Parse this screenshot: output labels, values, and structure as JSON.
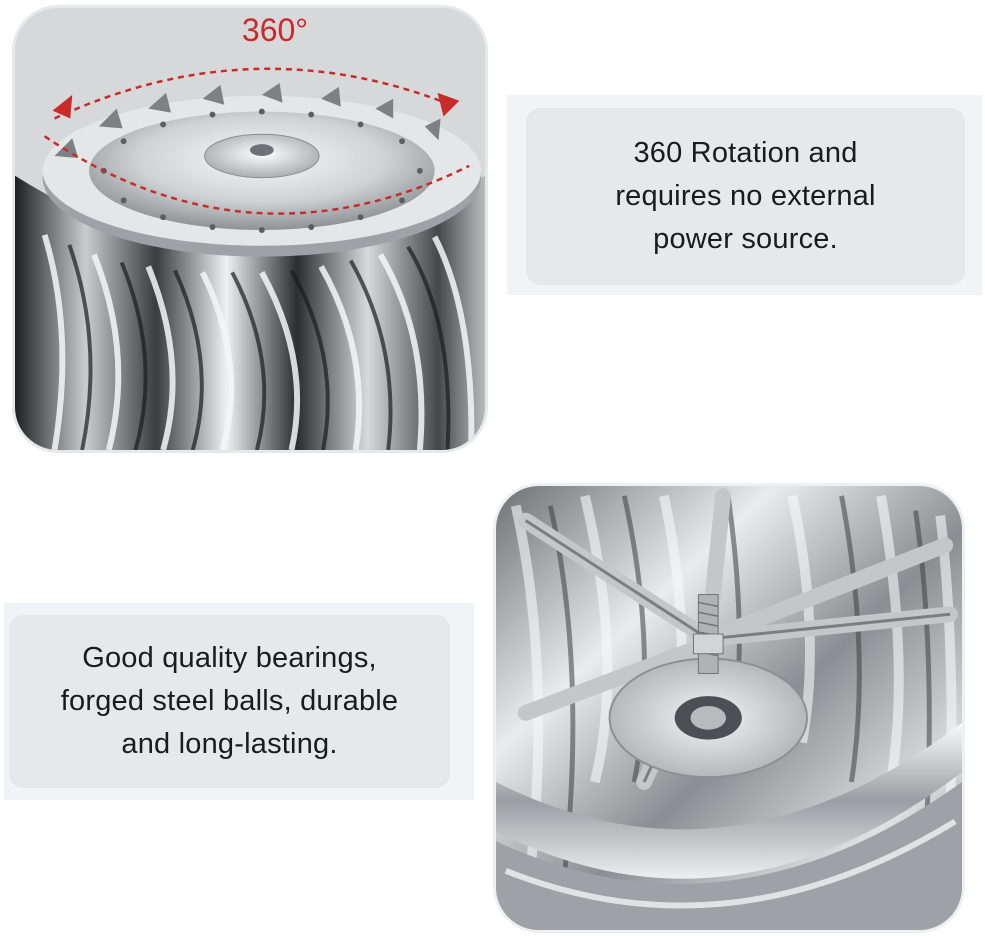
{
  "rotation_label": "360°",
  "captions": {
    "rotation": "360 Rotation and\nrequires no external\npower source.",
    "bearings": "Good quality bearings,\nforged steel balls, durable\nand long-lasting."
  },
  "colors": {
    "accent_red": "#c92a2a",
    "caption_bg": "#e6e8ec",
    "steel_light": "#f2f3f4",
    "steel_dark": "#2a2c2e"
  },
  "icons": {
    "rotation_arrow": "double-headed-dashed-arc-arrow-icon"
  }
}
